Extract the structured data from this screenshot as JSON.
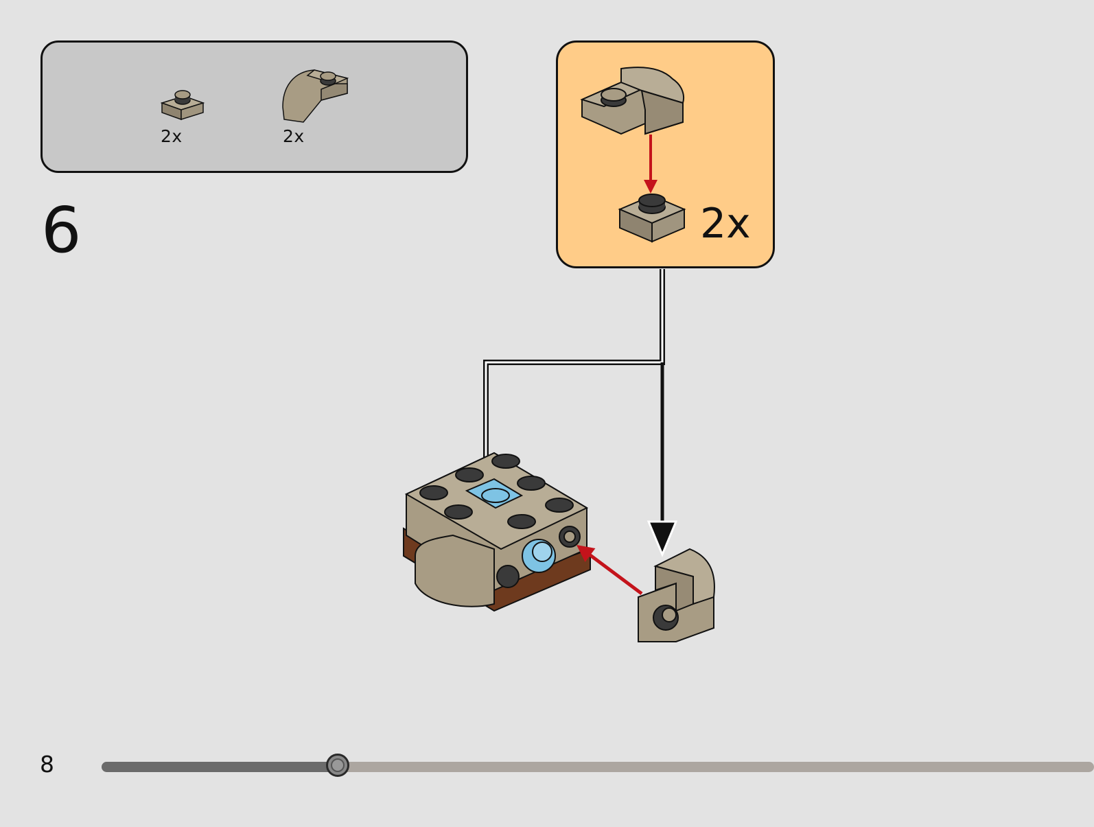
{
  "step": {
    "number": "6"
  },
  "parts_list": [
    {
      "part_icon": "plate-1x1-tan-icon",
      "quantity": "2x"
    },
    {
      "part_icon": "curved-slope-tan-icon",
      "quantity": "2x"
    }
  ],
  "subassembly": {
    "quantity": "2x"
  },
  "page": {
    "number": "8"
  },
  "progress": {
    "fraction": 0.238
  },
  "colors": {
    "background": "#e3e3e3",
    "parts_box": "#c8c8c8",
    "subassembly_box": "#ffcc88",
    "brick_tan": "#a89c84",
    "brick_blue": "#7ec3e4",
    "brick_brown": "#6e3a1e",
    "arrow_red": "#c4131b"
  }
}
